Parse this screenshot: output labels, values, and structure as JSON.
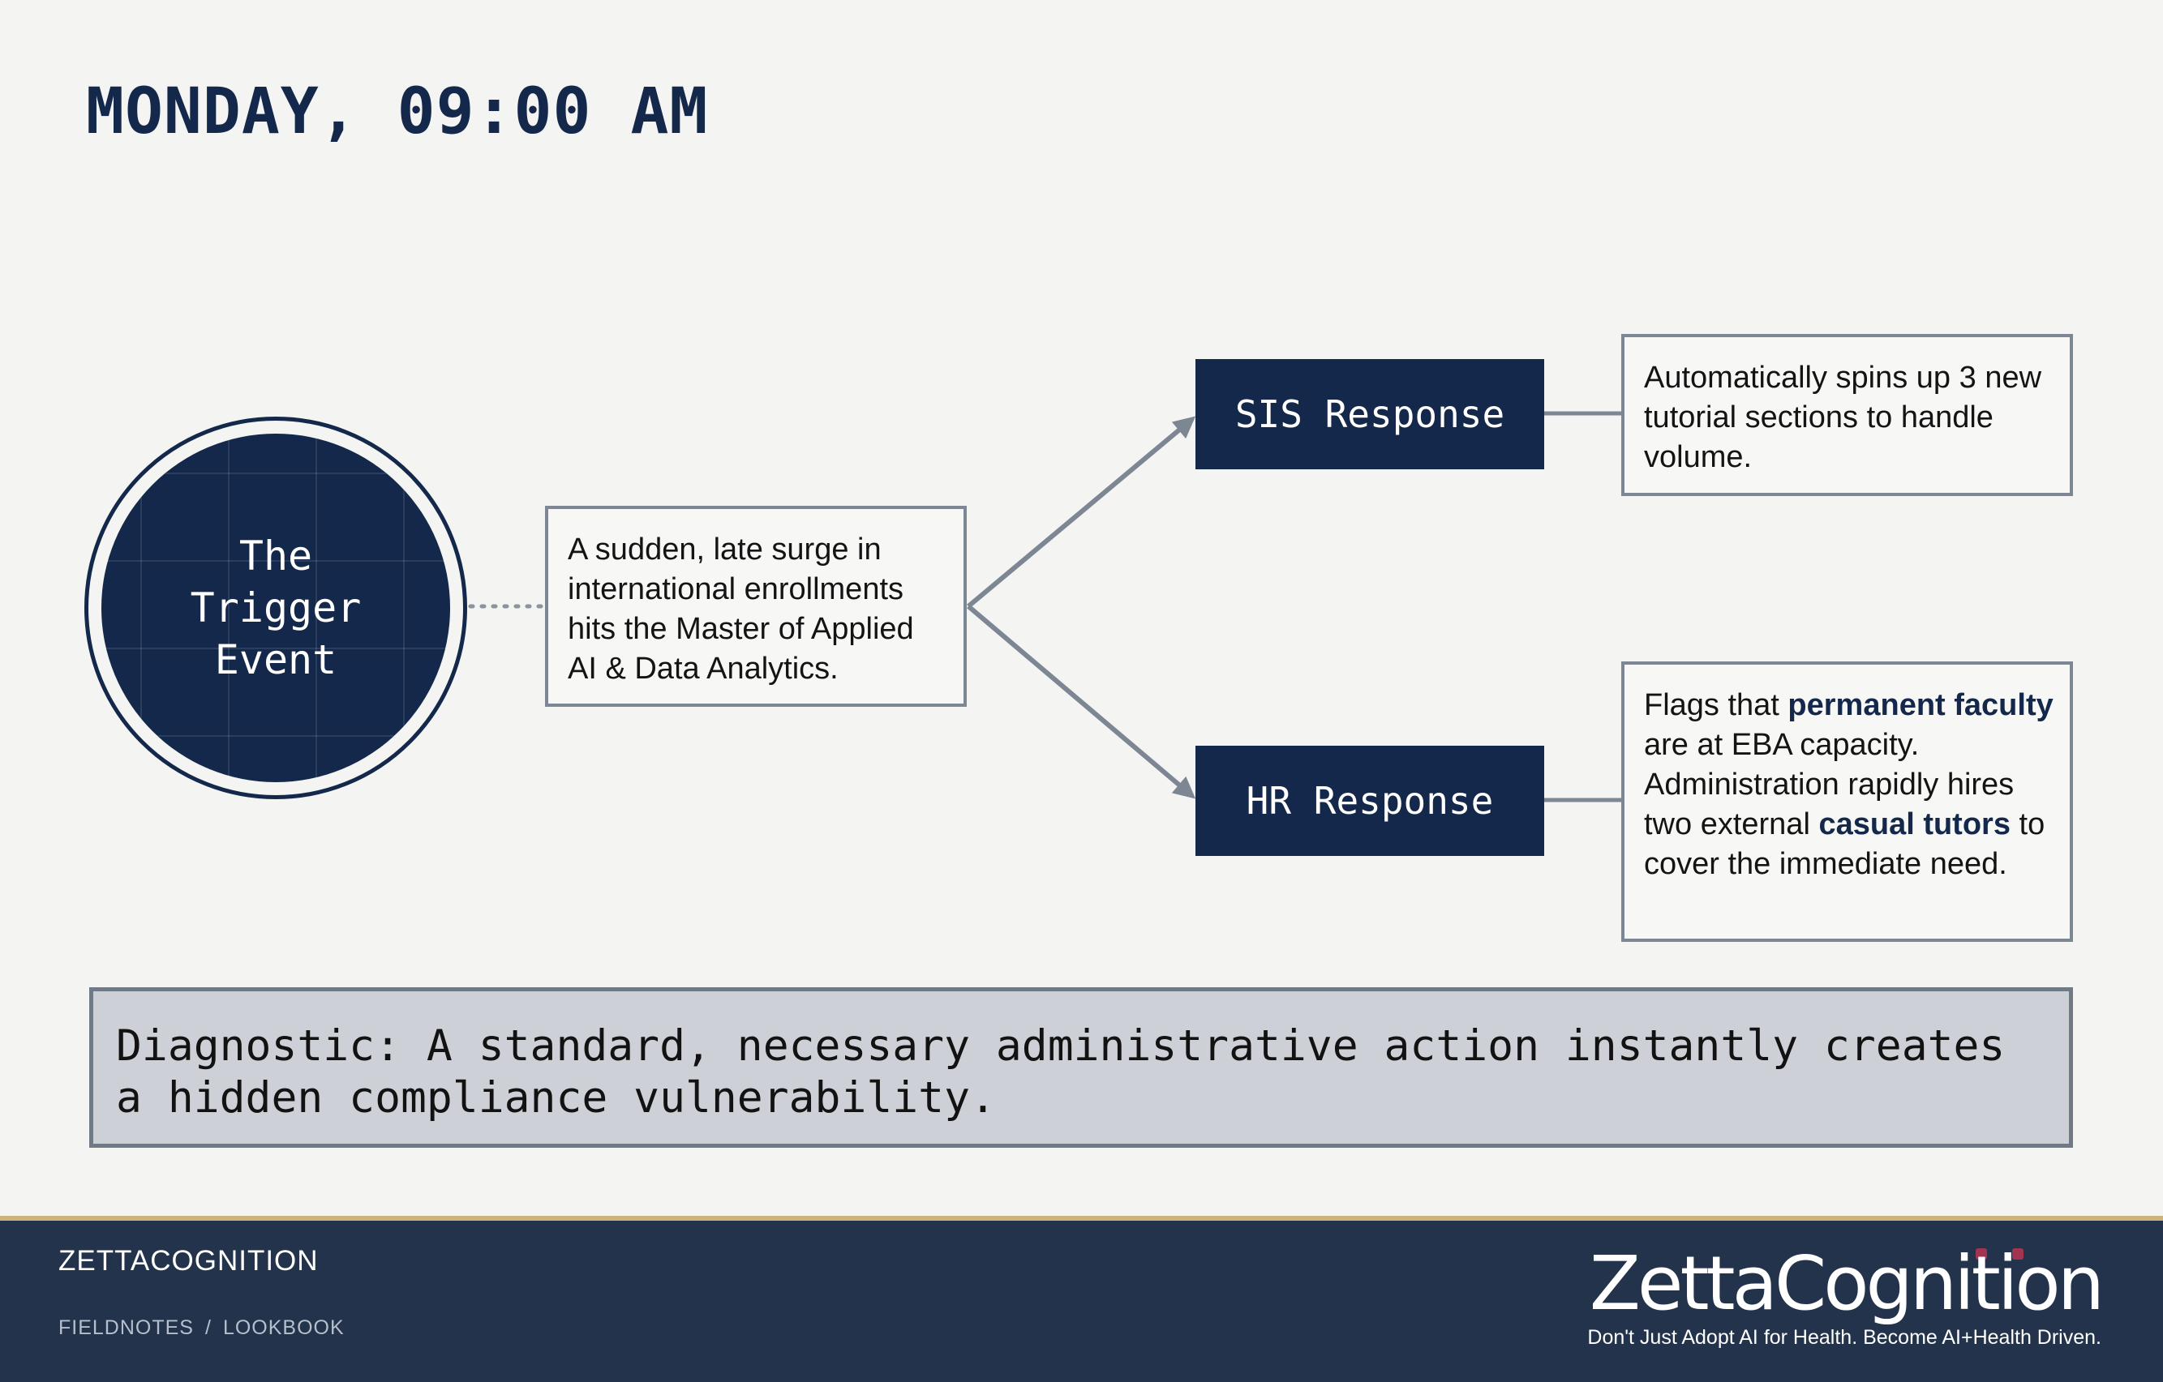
{
  "title": "MONDAY, 09:00 AM",
  "trigger": {
    "label": "The Trigger Event"
  },
  "event": {
    "text": "A sudden, late surge in international enrollments hits the Master of Applied AI & Data Analytics."
  },
  "sis": {
    "label": "SIS Response",
    "detail": "Automatically spins up 3 new tutorial sections to handle volume."
  },
  "hr": {
    "label": "HR Response",
    "detail_parts": [
      "Flags that ",
      "permanent faculty",
      " are at EBA capacity. Administration rapidly hires two external ",
      "casual tutors",
      " to cover the immediate need."
    ]
  },
  "diagnostic": "Diagnostic: A standard, necessary administrative action instantly creates a hidden compliance vulnerability.",
  "footer": {
    "brand": "ZETTACOGNITION",
    "breadcrumb": [
      "FIELDNOTES",
      "/",
      "LOOKBOOK"
    ],
    "logo_text": "ZettaCognition",
    "tagline": "Don't Just Adopt AI for Health. Become AI+Health Driven."
  },
  "colors": {
    "navy": "#14284b",
    "footer_bg": "#22334b",
    "footer_rule": "#cfb27a",
    "connector": "#7d8793",
    "diagnostic_bg": "#cdd0d6",
    "logo_accent": "#a3344f"
  }
}
